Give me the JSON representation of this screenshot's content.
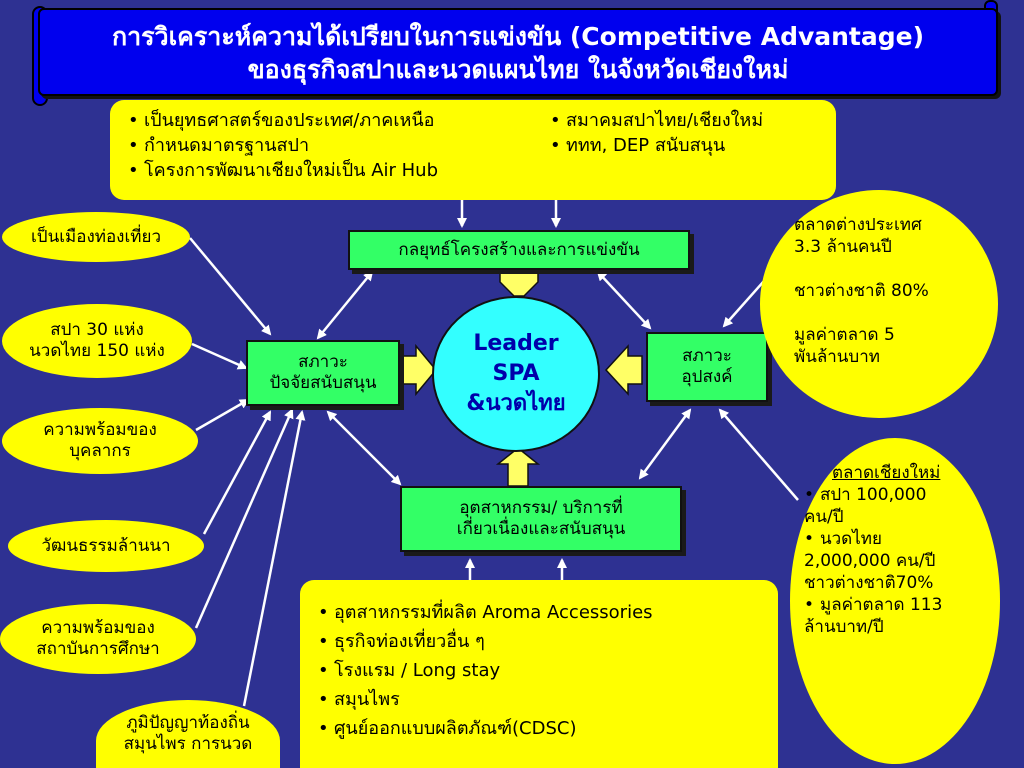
{
  "title": {
    "line1": "การวิเคราะห์ความได้เปรียบในการแข่งขัน (Competitive Advantage)",
    "line2": "ของธุรกิจสปาและนวดแผนไทย ในจังหวัดเชียงใหม่"
  },
  "top_box": {
    "left_items": [
      "เป็นยุทธศาสตร์ของประเทศ/ภาคเหนือ",
      "กำหนดมาตรฐานสปา",
      "โครงการพัฒนาเชียงใหม่เป็น Air Hub"
    ],
    "right_items": [
      "สมาคมสปาไทย/เชียงใหม่",
      "ททท, DEP สนับสนุน"
    ]
  },
  "center": {
    "line1": "Leader",
    "line2": "SPA",
    "line3": "&นวดไทย"
  },
  "strategy_box": "กลยุทธ์โครงสร้างและการแข่งขัน",
  "factor_box": {
    "line1": "สภาวะ",
    "line2": "ปัจจัยสนับสนุน"
  },
  "demand_box": {
    "line1": "สภาวะ",
    "line2": "อุปสงค์"
  },
  "industry_box": {
    "line1": "อุตสาหกรรม/ บริการที่",
    "line2": "เกี่ยวเนื่องและสนับสนุน"
  },
  "left_ellipses": [
    {
      "line1": "เป็นเมืองท่องเที่ยว",
      "line2": ""
    },
    {
      "line1": "สปา 30 แห่ง",
      "line2": "นวดไทย 150 แห่ง"
    },
    {
      "line1": "ความพร้อมของ",
      "line2": "บุคลากร"
    },
    {
      "line1": "วัฒนธรรมล้านนา",
      "line2": ""
    },
    {
      "line1": "ความพร้อมของ",
      "line2": "สถาบันการศึกษา"
    },
    {
      "line1": "ภูมิปัญญาท้องถิ่น",
      "line2": "สมุนไพร การนวด"
    }
  ],
  "right_top_ellipse": {
    "l1": "ตลาดต่างประเทศ",
    "l2": "3.3 ล้านคนปี",
    "l3": "ชาวต่างชาติ 80%",
    "l4": "มูลค่าตลาด 5",
    "l5": "พันล้านบาท"
  },
  "right_bottom_ellipse": {
    "heading": "ตลาดเชียงใหม่",
    "i1a": "สปา 100,000",
    "i1b": "คน/ปี",
    "i2a": "นวดไทย",
    "i2b": "2,000,000 คน/ปี",
    "i2c": "ชาวต่างชาติ70%",
    "i3a": "มูลค่าตลาด 113",
    "i3b": "ล้านบาท/ปี"
  },
  "bottom_box": {
    "items": [
      "อุตสาหกรรมที่ผลิต Aroma Accessories",
      "ธุรกิจท่องเที่ยวอื่น ๆ",
      "โรงแรม / Long stay",
      "สมุนไพร",
      " ศูนย์ออกแบบผลิตภัณฑ์(CDSC)"
    ]
  },
  "colors": {
    "background": "#2e3192",
    "title_banner": "#0000ee",
    "callout": "#ffff00",
    "box": "#33ff66",
    "center": "#33ffff",
    "center_text": "#0000aa"
  }
}
